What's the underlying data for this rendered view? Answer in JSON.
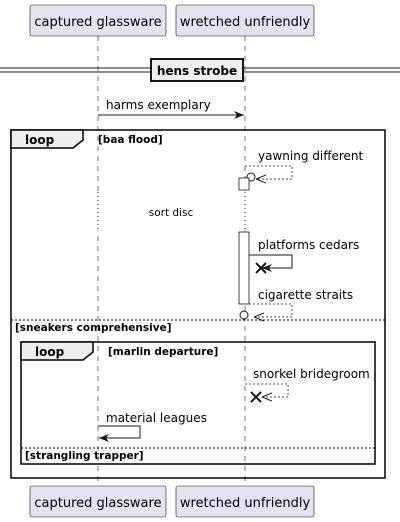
{
  "participants": {
    "left": "captured glassware",
    "right": "wretched unfriendly"
  },
  "divider": "hens strobe",
  "messages": {
    "m1": "harms exemplary",
    "m2": "yawning different",
    "m3": "platforms cedars",
    "m4": "cigarette straits",
    "m5": "snorkel bridegroom",
    "m6": "material leagues"
  },
  "delay": "sort disc",
  "outer_loop": {
    "keyword": "loop",
    "guard": "[baa flood]",
    "else_guard": "[sneakers comprehensive]"
  },
  "inner_loop": {
    "keyword": "loop",
    "guard": "[marlin departure]",
    "else_guard": "[strangling trapper]"
  },
  "colors": {
    "participant_fill": "#E2E2F0",
    "participant_border": "#181818",
    "lifeline": "#181818",
    "activation_fill": "#FFFFFF",
    "frame_tab_fill": "#EEEEEE"
  }
}
